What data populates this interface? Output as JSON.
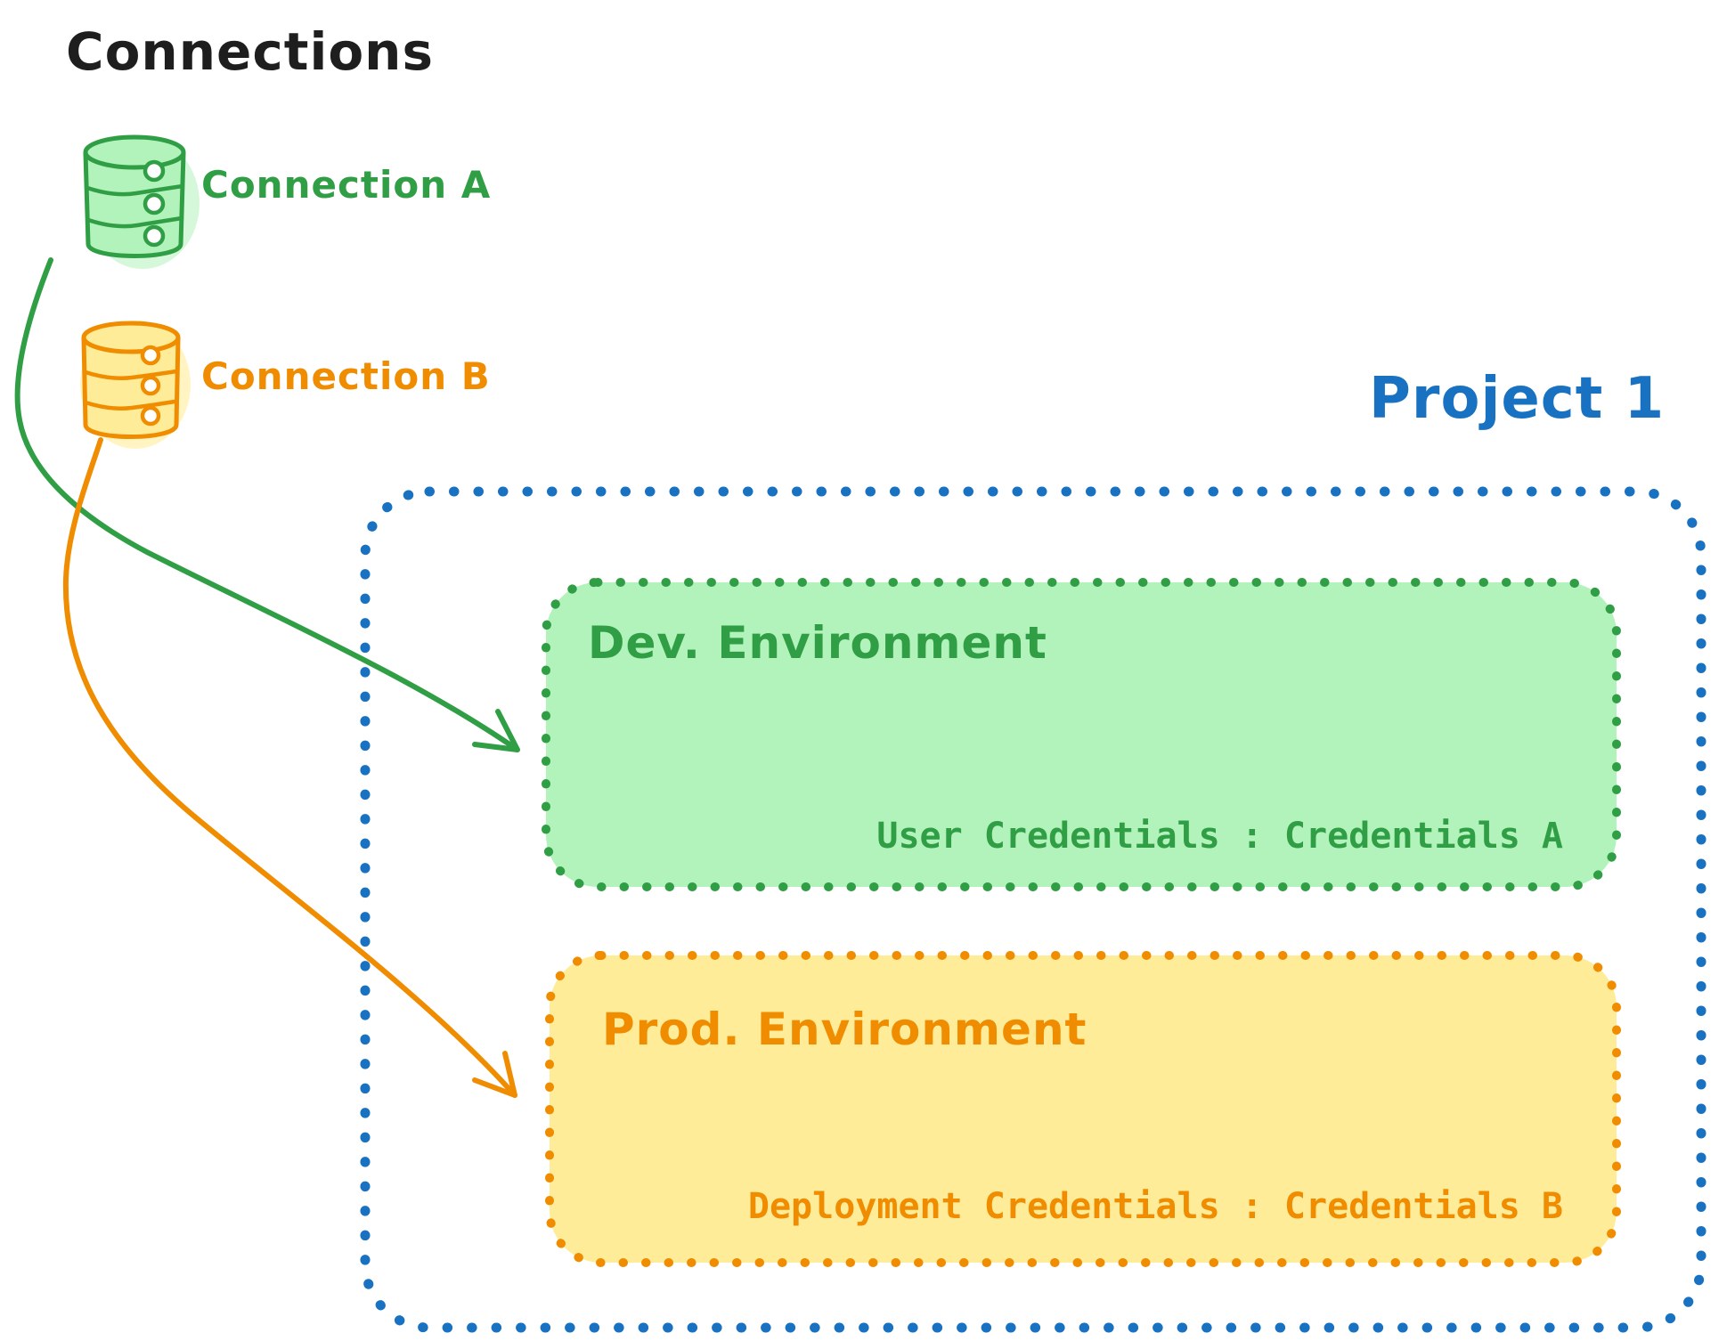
{
  "canvas": {
    "title": "Connections"
  },
  "colors": {
    "ink": "#1e1e1e",
    "green": "#2f9e44",
    "green_fill": "#b2f2bb",
    "orange": "#f08c00",
    "orange_fill": "#ffec99",
    "blue": "#1971c2",
    "paper": "#ffffff"
  },
  "connections": [
    {
      "label": "Connection A",
      "icon": "database-cylinder",
      "color": "#2f9e44",
      "fill": "#b2f2bb"
    },
    {
      "label": "Connection B",
      "icon": "database-cylinder",
      "color": "#f08c00",
      "fill": "#ffec99"
    }
  ],
  "project": {
    "label": "Project 1",
    "border_color": "#1971c2",
    "environments": [
      {
        "name": "Dev. Environment",
        "credentials_text": "User Credentials : Credentials A",
        "color": "#2f9e44",
        "fill": "#b2f2bb"
      },
      {
        "name": "Prod. Environment",
        "credentials_text": "Deployment Credentials : Credentials B",
        "color": "#f08c00",
        "fill": "#ffec99"
      }
    ]
  },
  "arrows": [
    {
      "name": "connection-a-to-dev-environment",
      "color": "#2f9e44"
    },
    {
      "name": "connection-b-to-prod-environment",
      "color": "#f08c00"
    }
  ]
}
